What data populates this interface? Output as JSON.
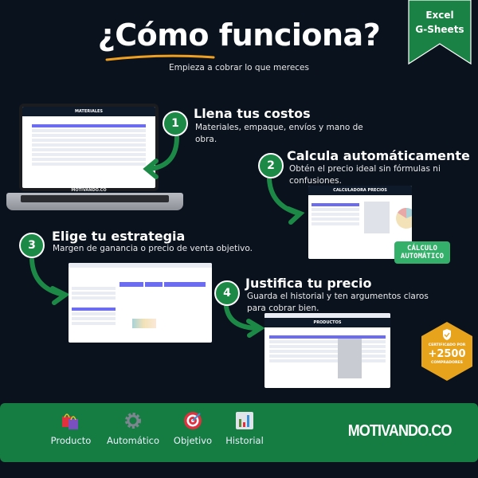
{
  "header": {
    "title_prefix": "¿",
    "title_highlight": "Cómo",
    "title_suffix": " funciona?",
    "subtitle": "Empieza a cobrar lo que mereces"
  },
  "ribbon": {
    "line1": "Excel",
    "line2": "G-Sheets"
  },
  "steps": [
    {
      "number": "1",
      "title": "Llena tus costos",
      "description": "Materiales, empaque, envíos y mano de obra."
    },
    {
      "number": "2",
      "title": "Calcula automáticamente",
      "description": "Obtén el precio ideal sin fórmulas ni confusiones."
    },
    {
      "number": "3",
      "title": "Elige tu estrategia",
      "description": "Margen de ganancia o precio de venta objetivo."
    },
    {
      "number": "4",
      "title": "Justifica tu precio",
      "description": "Guarda el historial y ten argumentos claros para cobrar bien."
    }
  ],
  "screens": {
    "laptop_sheet_title": "MATERIALES",
    "laptop_brand": "MOTIVANDO.CO",
    "calc_sheet_title": "CALCULADORA PRECIOS",
    "products_sheet_title": "PRODUCTOS"
  },
  "auto_badge": {
    "line1": "CÁLCULO",
    "line2": "AUTOMÁTICO"
  },
  "cert_badge": {
    "top": "CERTIFICADO POR",
    "count": "+2500",
    "bottom": "COMPRADORES"
  },
  "footer": {
    "items": [
      {
        "label": "Producto",
        "icon": "shopping-bags-icon"
      },
      {
        "label": "Automático",
        "icon": "gear-icon"
      },
      {
        "label": "Objetivo",
        "icon": "target-icon"
      },
      {
        "label": "Historial",
        "icon": "bar-chart-icon"
      }
    ],
    "brand": "MOTIVANDO.CO"
  },
  "colors": {
    "background": "#0a121d",
    "green": "#157d42",
    "accent_orange": "#f0a020",
    "badge_green": "#35b06a",
    "badge_gold": "#e8a31c"
  }
}
